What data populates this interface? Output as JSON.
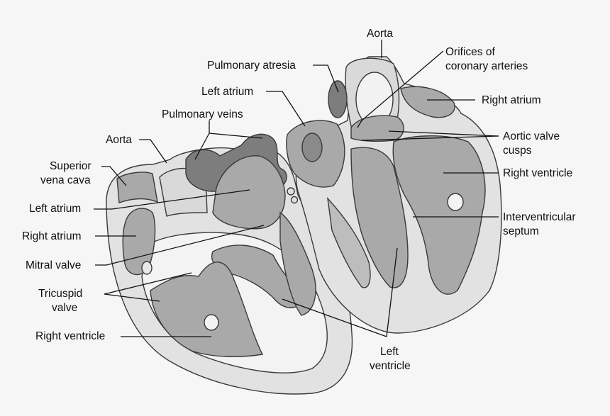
{
  "labels": {
    "aorta_top": "Aorta",
    "orifices": [
      "Orifices of",
      "coronary arteries"
    ],
    "pulmonary_atresia": "Pulmonary atresia",
    "left_atrium_top": "Left atrium",
    "right_atrium_right": "Right atrium",
    "pulmonary_veins": "Pulmonary veins",
    "aortic_valve_cusps": [
      "Aortic valve",
      "cusps"
    ],
    "aorta_left": "Aorta",
    "superior_vena_cava": [
      "Superior",
      "vena cava"
    ],
    "right_ventricle_right": "Right ventricle",
    "left_atrium_left": "Left atrium",
    "interventricular_septum": [
      "Interventricular",
      "septum"
    ],
    "right_atrium_left": "Right atrium",
    "mitral_valve": "Mitral valve",
    "tricuspid_valve": [
      "Tricuspid",
      "valve"
    ],
    "right_ventricle_left": "Right ventricle",
    "left_ventricle": [
      "Left",
      "ventricle"
    ]
  },
  "colors": {
    "background": "#f6f6f6",
    "tissue_light": "#d9d9d9",
    "tissue_mid": "#a9a9a9",
    "tissue_dark": "#7d7d7d",
    "outline": "#3a3a3a",
    "leader_line": "#111111"
  }
}
